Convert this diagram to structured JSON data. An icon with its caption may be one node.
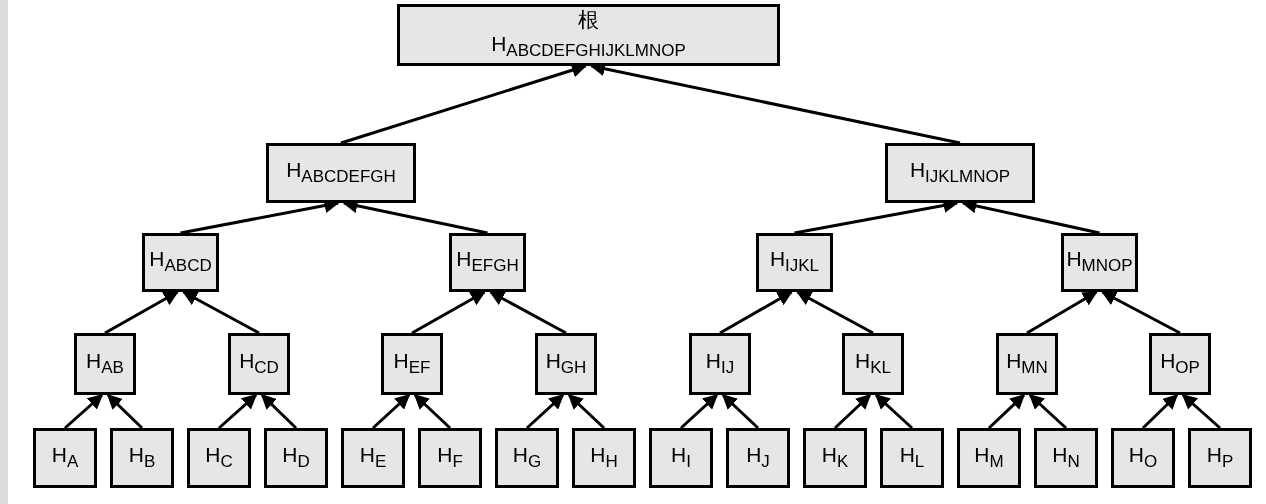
{
  "diagram": {
    "nodes": [
      {
        "text": [
          "根",
          "H$_{ABCDEFGHIJKLMNOP}$"
        ]
      },
      {
        "text": [
          "H$_{ABCDEFGH}$"
        ]
      },
      {
        "text": [
          "H$_{IJKLMNOP}$"
        ]
      },
      {
        "text": [
          "H$_{ABCD}$"
        ]
      },
      {
        "text": [
          "H$_{EFGH}$"
        ]
      },
      {
        "text": [
          "H$_{IJKL}$"
        ]
      },
      {
        "text": [
          "H$_{MNOP}$"
        ]
      },
      {
        "text": [
          "H$_{AB}$"
        ]
      },
      {
        "text": [
          "H$_{CD}$"
        ]
      },
      {
        "text": [
          "H$_{EF}$"
        ]
      },
      {
        "text": [
          "H$_{GH}$"
        ]
      },
      {
        "text": [
          "H$_{IJ}$"
        ]
      },
      {
        "text": [
          "H$_{KL}$"
        ]
      },
      {
        "text": [
          "H$_{MN}$"
        ]
      },
      {
        "text": [
          "H$_{OP}$"
        ]
      },
      {
        "text": [
          "H$_{A}$"
        ]
      },
      {
        "text": [
          "H$_{B}$"
        ]
      },
      {
        "text": [
          "H$_{C}$"
        ]
      },
      {
        "text": [
          "H$_{D}$"
        ]
      },
      {
        "text": [
          "H$_{E}$"
        ]
      },
      {
        "text": [
          "H$_{F}$"
        ]
      },
      {
        "text": [
          "H$_{G}$"
        ]
      },
      {
        "text": [
          "H$_{H}$"
        ]
      },
      {
        "text": [
          "H$_{I}$"
        ]
      },
      {
        "text": [
          "H$_{J}$"
        ]
      },
      {
        "text": [
          "H$_{K}$"
        ]
      },
      {
        "text": [
          "H$_{L}$"
        ]
      },
      {
        "text": [
          "H$_{M}$"
        ]
      },
      {
        "text": [
          "H$_{N}$"
        ]
      },
      {
        "text": [
          "H$_{O}$"
        ]
      },
      {
        "text": [
          "H$_{P}$"
        ]
      }
    ],
    "edges": [
      {
        "from": 1,
        "to": 0,
        "arrow": "to"
      },
      {
        "from": 2,
        "to": 0,
        "arrow": "to"
      },
      {
        "from": 3,
        "to": 1,
        "arrow": "to"
      },
      {
        "from": 4,
        "to": 1,
        "arrow": "to"
      },
      {
        "from": 5,
        "to": 2,
        "arrow": "to"
      },
      {
        "from": 6,
        "to": 2,
        "arrow": "to"
      },
      {
        "from": 7,
        "to": 3,
        "arrow": "to"
      },
      {
        "from": 8,
        "to": 3,
        "arrow": "to"
      },
      {
        "from": 9,
        "to": 4,
        "arrow": "to"
      },
      {
        "from": 10,
        "to": 4,
        "arrow": "to"
      },
      {
        "from": 11,
        "to": 5,
        "arrow": "to"
      },
      {
        "from": 12,
        "to": 5,
        "arrow": "to"
      },
      {
        "from": 13,
        "to": 6,
        "arrow": "to"
      },
      {
        "from": 14,
        "to": 6,
        "arrow": "to"
      },
      {
        "from": 15,
        "to": 7,
        "arrow": "to"
      },
      {
        "from": 16,
        "to": 7,
        "arrow": "to"
      },
      {
        "from": 17,
        "to": 8,
        "arrow": "to"
      },
      {
        "from": 18,
        "to": 8,
        "arrow": "to"
      },
      {
        "from": 19,
        "to": 9,
        "arrow": "to"
      },
      {
        "from": 20,
        "to": 9,
        "arrow": "to"
      },
      {
        "from": 21,
        "to": 10,
        "arrow": "to"
      },
      {
        "from": 22,
        "to": 10,
        "arrow": "to"
      },
      {
        "from": 23,
        "to": 11,
        "arrow": "to"
      },
      {
        "from": 24,
        "to": 11,
        "arrow": "to"
      },
      {
        "from": 25,
        "to": 12,
        "arrow": "to"
      },
      {
        "from": 26,
        "to": 12,
        "arrow": "to"
      },
      {
        "from": 27,
        "to": 13,
        "arrow": "to"
      },
      {
        "from": 28,
        "to": 13,
        "arrow": "to"
      },
      {
        "from": 29,
        "to": 14,
        "arrow": "to"
      },
      {
        "from": 30,
        "to": 14,
        "arrow": "to"
      }
    ]
  }
}
